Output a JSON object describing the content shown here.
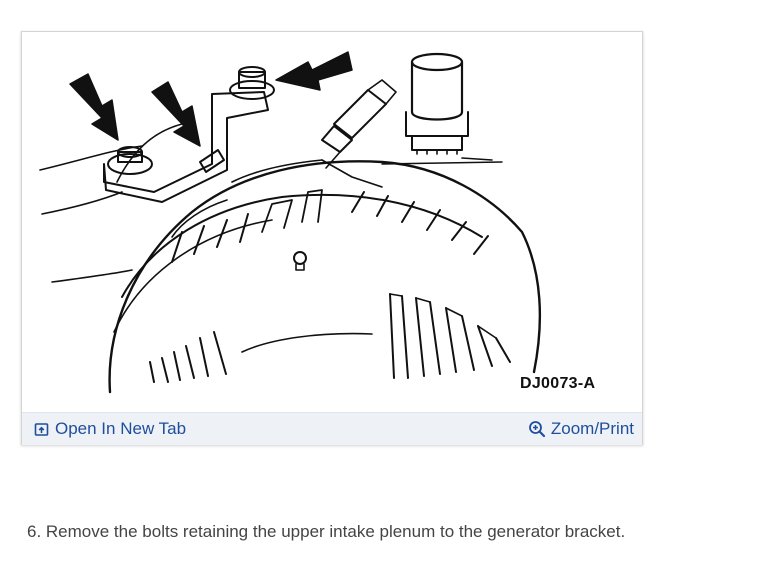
{
  "figure": {
    "code": "DJ0073-A",
    "open_label": "Open In New Tab",
    "zoom_label": "Zoom/Print",
    "icons": {
      "open": "open-in-new-tab-icon",
      "zoom": "zoom-in-icon"
    },
    "link_color": "#1f4e9c",
    "toolbar_color": "#eef1f6"
  },
  "step": {
    "text": "6. Remove the bolts retaining the upper intake plenum to the generator bracket."
  }
}
